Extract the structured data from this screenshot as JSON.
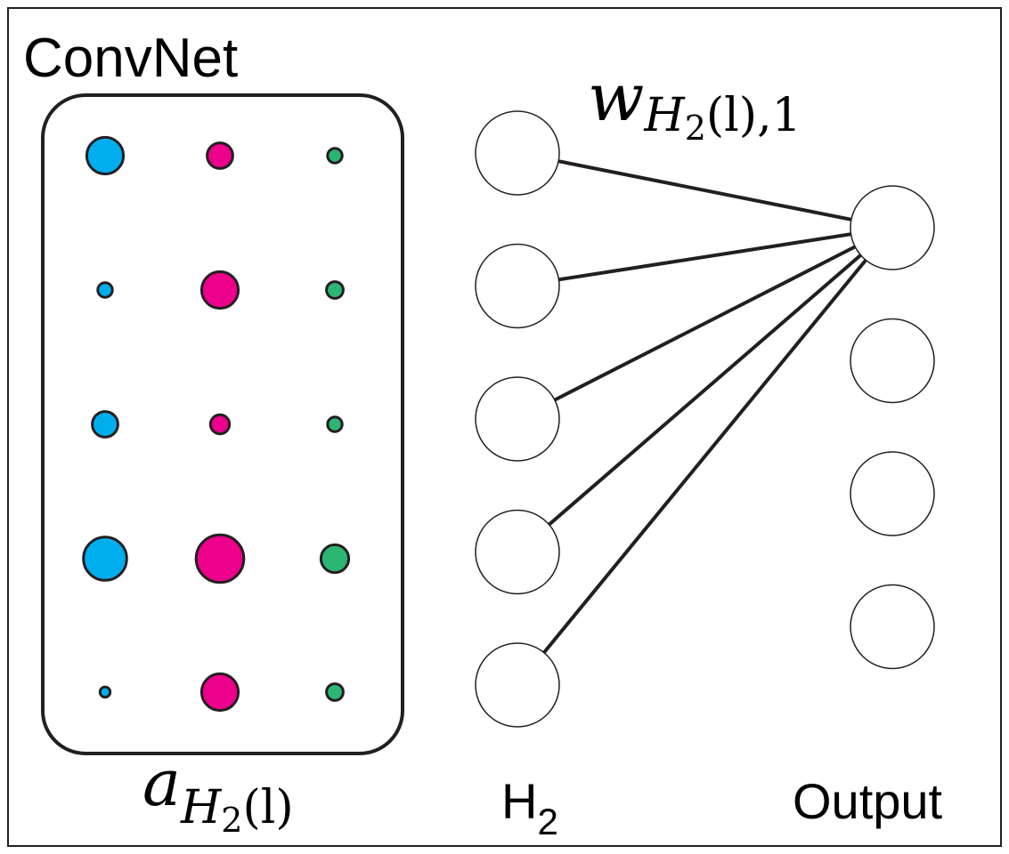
{
  "title": "ConvNet",
  "labels": {
    "activation_base": "a",
    "activation_sub": "H",
    "activation_sub_idx": "2",
    "activation_sub_arg": "(l)",
    "weight_base": "w",
    "weight_sub": "H",
    "weight_sub_idx": "2",
    "weight_sub_arg": "(l),1",
    "hidden_base": "H",
    "hidden_sub": "2",
    "output": "Output"
  },
  "colors": {
    "blue": "#00aeef",
    "magenta": "#ec008c",
    "green": "#2bb673",
    "stroke": "#231f20"
  },
  "activation_grid": {
    "columns": [
      "blue",
      "magenta",
      "green"
    ],
    "rows": [
      [
        3,
        2,
        1
      ],
      [
        1,
        3,
        1.2
      ],
      [
        2,
        1.4,
        1
      ],
      [
        3.6,
        4,
        2.2
      ],
      [
        0.6,
        3,
        1.2
      ]
    ]
  },
  "hidden_nodes": 5,
  "output_nodes": 4,
  "connections": [
    {
      "from": 0,
      "to": 0
    },
    {
      "from": 1,
      "to": 0
    },
    {
      "from": 2,
      "to": 0
    },
    {
      "from": 3,
      "to": 0
    },
    {
      "from": 4,
      "to": 0
    }
  ]
}
